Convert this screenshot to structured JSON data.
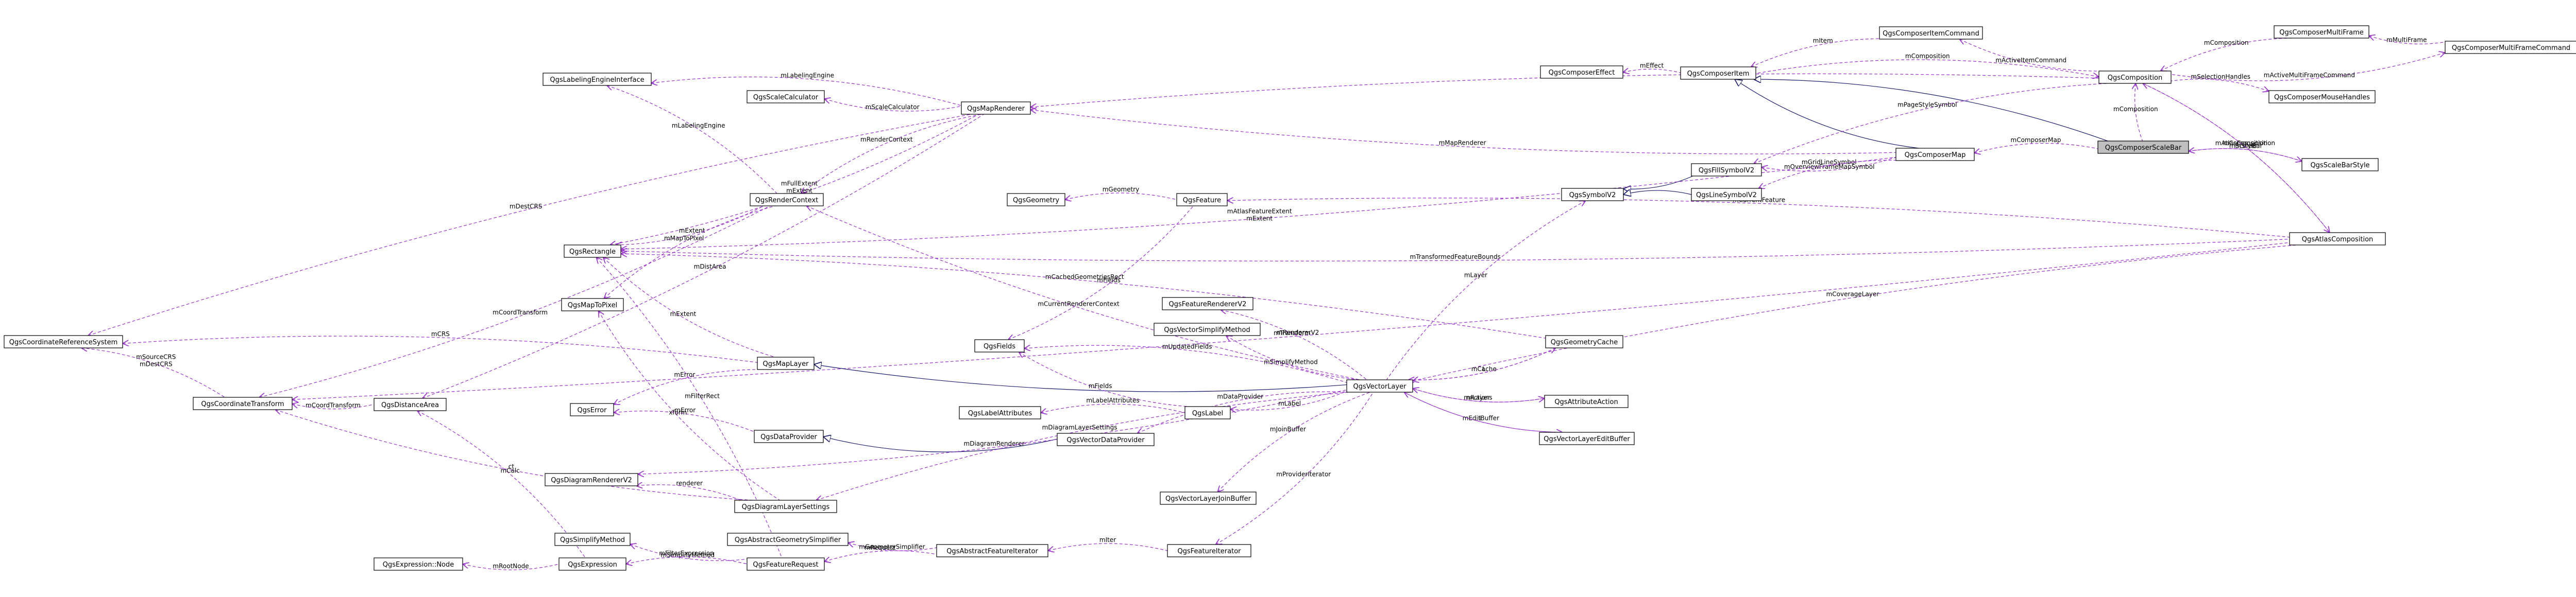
{
  "colors": {
    "usage_edge": "#9a32cd",
    "inherit_edge": "#191970",
    "node_border": "#000000",
    "focus_fill": "#bfbfbf",
    "background": "#ffffff"
  },
  "nodes": [
    {
      "id": "scalebar",
      "label": "QgsComposerScaleBar",
      "focus": true
    },
    {
      "id": "composition",
      "label": "QgsComposition"
    },
    {
      "id": "composeritem",
      "label": "QgsComposerItem"
    },
    {
      "id": "itemcommand",
      "label": "QgsComposerItemCommand"
    },
    {
      "id": "multiframe",
      "label": "QgsComposerMultiFrame"
    },
    {
      "id": "multiframecommand",
      "label": "QgsComposerMultiFrameCommand"
    },
    {
      "id": "mousehandles",
      "label": "QgsComposerMouseHandles"
    },
    {
      "id": "effect",
      "label": "QgsComposerEffect"
    },
    {
      "id": "composermap",
      "label": "QgsComposerMap"
    },
    {
      "id": "scalebarstyle",
      "label": "QgsScaleBarStyle"
    },
    {
      "id": "atlas",
      "label": "QgsAtlasComposition"
    },
    {
      "id": "fillsymbol",
      "label": "QgsFillSymbolV2"
    },
    {
      "id": "linesymbol",
      "label": "QgsLineSymbolV2"
    },
    {
      "id": "symbol",
      "label": "QgsSymbolV2"
    },
    {
      "id": "feature",
      "label": "QgsFeature"
    },
    {
      "id": "geometry",
      "label": "QgsGeometry"
    },
    {
      "id": "maprenderer",
      "label": "QgsMapRenderer"
    },
    {
      "id": "labelingengine",
      "label": "QgsLabelingEngineInterface"
    },
    {
      "id": "scalecalc",
      "label": "QgsScaleCalculator"
    },
    {
      "id": "rendercontext",
      "label": "QgsRenderContext"
    },
    {
      "id": "rectangle",
      "label": "QgsRectangle"
    },
    {
      "id": "maptopixel",
      "label": "QgsMapToPixel"
    },
    {
      "id": "crs",
      "label": "QgsCoordinateReferenceSystem"
    },
    {
      "id": "coordtransform",
      "label": "QgsCoordinateTransform"
    },
    {
      "id": "distancearea",
      "label": "QgsDistanceArea"
    },
    {
      "id": "maplayer",
      "label": "QgsMapLayer"
    },
    {
      "id": "error",
      "label": "QgsError"
    },
    {
      "id": "dataprovider",
      "label": "QgsDataProvider"
    },
    {
      "id": "diagramrenderer",
      "label": "QgsDiagramRendererV2"
    },
    {
      "id": "diagramlayersettings",
      "label": "QgsDiagramLayerSettings"
    },
    {
      "id": "simplifymethod",
      "label": "QgsSimplifyMethod"
    },
    {
      "id": "expression",
      "label": "QgsExpression"
    },
    {
      "id": "expressionnode",
      "label": "QgsExpression::Node"
    },
    {
      "id": "featurerequest",
      "label": "QgsFeatureRequest"
    },
    {
      "id": "fields",
      "label": "QgsFields"
    },
    {
      "id": "featurerendererv2",
      "label": "QgsFeatureRendererV2"
    },
    {
      "id": "vectorsimplifymethod",
      "label": "QgsVectorSimplifyMethod"
    },
    {
      "id": "labelattributes",
      "label": "QgsLabelAttributes"
    },
    {
      "id": "label",
      "label": "QgsLabel"
    },
    {
      "id": "vectordataprovider",
      "label": "QgsVectorDataProvider"
    },
    {
      "id": "vectorlayer",
      "label": "QgsVectorLayer"
    },
    {
      "id": "geometrycache",
      "label": "QgsGeometryCache"
    },
    {
      "id": "attributeaction",
      "label": "QgsAttributeAction"
    },
    {
      "id": "editbuffer",
      "label": "QgsVectorLayerEditBuffer"
    },
    {
      "id": "joinbuffer",
      "label": "QgsVectorLayerJoinBuffer"
    },
    {
      "id": "geomsimplifier",
      "label": "QgsAbstractGeometrySimplifier"
    },
    {
      "id": "abstractiterator",
      "label": "QgsAbstractFeatureIterator"
    },
    {
      "id": "featureiterator",
      "label": "QgsFeatureIterator"
    }
  ],
  "edges": [
    {
      "from": "composeritem",
      "to": "scalebar",
      "label": "",
      "kind": "inherit"
    },
    {
      "from": "composition",
      "to": "scalebar",
      "label": "mComposition",
      "kind": "usage"
    },
    {
      "from": "composermap",
      "to": "scalebar",
      "label": "mComposerMap",
      "kind": "usage"
    },
    {
      "from": "scalebarstyle",
      "to": "scalebar",
      "label": "mStyle",
      "kind": "usage"
    },
    {
      "from": "scalebar",
      "to": "scalebarstyle",
      "label": "mScaleBar",
      "kind": "usage"
    },
    {
      "from": "composition",
      "to": "composeritem",
      "label": "mComposition",
      "kind": "usage"
    },
    {
      "from": "composeritem",
      "to": "itemcommand",
      "label": "mItem",
      "kind": "usage"
    },
    {
      "from": "itemcommand",
      "to": "composition",
      "label": "mActiveItemCommand",
      "kind": "usage"
    },
    {
      "from": "composition",
      "to": "multiframe",
      "label": "mComposition",
      "kind": "usage"
    },
    {
      "from": "multiframe",
      "to": "multiframecommand",
      "label": "mMultiFrame",
      "kind": "usage"
    },
    {
      "from": "multiframecommand",
      "to": "composition",
      "label": "mActiveMultiFrameCommand",
      "kind": "usage"
    },
    {
      "from": "mousehandles",
      "to": "composition",
      "label": "mSelectionHandles",
      "kind": "usage"
    },
    {
      "from": "effect",
      "to": "composeritem",
      "label": "mEffect",
      "kind": "usage"
    },
    {
      "from": "composeritem",
      "to": "composermap",
      "label": "",
      "kind": "inherit"
    },
    {
      "from": "fillsymbol",
      "to": "composition",
      "label": "mPageStyleSymbol",
      "kind": "usage"
    },
    {
      "from": "symbol",
      "to": "fillsymbol",
      "label": "",
      "kind": "inherit"
    },
    {
      "from": "symbol",
      "to": "linesymbol",
      "label": "",
      "kind": "inherit"
    },
    {
      "from": "fillsymbol",
      "to": "composermap",
      "label": "mOverviewFrameMapSymbol",
      "kind": "usage"
    },
    {
      "from": "linesymbol",
      "to": "composermap",
      "label": "mGridLineSymbol",
      "kind": "usage"
    },
    {
      "from": "atlas",
      "to": "composition",
      "label": "mAtlasComposition",
      "kind": "usage"
    },
    {
      "from": "composition",
      "to": "atlas",
      "label": "mComposition",
      "kind": "usage"
    },
    {
      "from": "maprenderer",
      "to": "composermap",
      "label": "mMapRenderer",
      "kind": "usage"
    },
    {
      "from": "maprenderer",
      "to": "composition",
      "label": "mMapRenderer",
      "kind": "usage"
    },
    {
      "from": "rectangle",
      "to": "composermap",
      "label": "mAtlasFeatureExtent\nmExtent",
      "kind": "usage"
    },
    {
      "from": "feature",
      "to": "atlas",
      "label": "mCurrentFeature",
      "kind": "usage"
    },
    {
      "from": "rectangle",
      "to": "atlas",
      "label": "mTransformedFeatureBounds",
      "kind": "usage"
    },
    {
      "from": "vectorlayer",
      "to": "atlas",
      "label": "mCoverageLayer",
      "kind": "usage"
    },
    {
      "from": "coordtransform",
      "to": "atlas",
      "label": "mTransform",
      "kind": "usage"
    },
    {
      "from": "geometry",
      "to": "feature",
      "label": "mGeometry",
      "kind": "usage"
    },
    {
      "from": "fields",
      "to": "feature",
      "label": "mFields",
      "kind": "usage"
    },
    {
      "from": "labelingengine",
      "to": "maprenderer",
      "label": "mLabelingEngine",
      "kind": "usage"
    },
    {
      "from": "scalecalc",
      "to": "maprenderer",
      "label": "mScaleCalculator",
      "kind": "usage"
    },
    {
      "from": "rendercontext",
      "to": "maprenderer",
      "label": "mRenderContext",
      "kind": "usage"
    },
    {
      "from": "rectangle",
      "to": "maprenderer",
      "label": "mFullExtent\nmExtent\nmLastExtent",
      "kind": "usage"
    },
    {
      "from": "crs",
      "to": "maprenderer",
      "label": "mDestCRS",
      "kind": "usage"
    },
    {
      "from": "distancearea",
      "to": "maprenderer",
      "label": "mDistArea",
      "kind": "usage"
    },
    {
      "from": "labelingengine",
      "to": "rendercontext",
      "label": "mLabelingEngine",
      "kind": "usage"
    },
    {
      "from": "rectangle",
      "to": "rendercontext",
      "label": "mExtent",
      "kind": "usage"
    },
    {
      "from": "maptopixel",
      "to": "rendercontext",
      "label": "mMapToPixel",
      "kind": "usage"
    },
    {
      "from": "coordtransform",
      "to": "rendercontext",
      "label": "mCoordTransform",
      "kind": "usage"
    },
    {
      "from": "crs",
      "to": "coordtransform",
      "label": "mSourceCRS\nmDestCRS",
      "kind": "usage"
    },
    {
      "from": "coordtransform",
      "to": "distancearea",
      "label": "mCoordTransform",
      "kind": "usage"
    },
    {
      "from": "crs",
      "to": "maplayer",
      "label": "mCRS",
      "kind": "usage"
    },
    {
      "from": "rectangle",
      "to": "maplayer",
      "label": "mExtent",
      "kind": "usage"
    },
    {
      "from": "error",
      "to": "maplayer",
      "label": "mError",
      "kind": "usage"
    },
    {
      "from": "maplayer",
      "to": "vectorlayer",
      "label": "",
      "kind": "inherit"
    },
    {
      "from": "error",
      "to": "dataprovider",
      "label": "mError",
      "kind": "usage"
    },
    {
      "from": "dataprovider",
      "to": "vectordataprovider",
      "label": "",
      "kind": "inherit"
    },
    {
      "from": "vectordataprovider",
      "to": "vectorlayer",
      "label": "mDataProvider",
      "kind": "usage"
    },
    {
      "from": "diagramrenderer",
      "to": "vectorlayer",
      "label": "mDiagramRenderer",
      "kind": "usage"
    },
    {
      "from": "diagramlayersettings",
      "to": "vectorlayer",
      "label": "mDiagramLayerSettings",
      "kind": "usage"
    },
    {
      "from": "coordtransform",
      "to": "diagramlayersettings",
      "label": "ct",
      "kind": "usage"
    },
    {
      "from": "diagramrenderer",
      "to": "diagramlayersettings",
      "label": "renderer",
      "kind": "usage"
    },
    {
      "from": "rendercontext",
      "to": "vectorlayer",
      "label": "mCurrentRendererContext",
      "kind": "usage"
    },
    {
      "from": "featurerendererv2",
      "to": "vectorlayer",
      "label": "mRendererV2",
      "kind": "usage"
    },
    {
      "from": "vectorsimplifymethod",
      "to": "vectorlayer",
      "label": "mSimplifyMethod",
      "kind": "usage"
    },
    {
      "from": "fields",
      "to": "vectorlayer",
      "label": "mUpdatedFields",
      "kind": "usage"
    },
    {
      "from": "fields",
      "to": "label",
      "label": "mFields",
      "kind": "usage"
    },
    {
      "from": "labelattributes",
      "to": "label",
      "label": "mLabelAttributes",
      "kind": "usage"
    },
    {
      "from": "label",
      "to": "vectorlayer",
      "label": "mLabel",
      "kind": "usage"
    },
    {
      "from": "geometrycache",
      "to": "vectorlayer",
      "label": "mCache",
      "kind": "usage"
    },
    {
      "from": "vectorlayer",
      "to": "geometrycache",
      "label": "L",
      "kind": "usage"
    },
    {
      "from": "rectangle",
      "to": "geometrycache",
      "label": "mCachedGeometriesRect",
      "kind": "usage"
    },
    {
      "from": "symbol",
      "to": "vectorlayer",
      "label": "mLayer",
      "kind": "usage"
    },
    {
      "from": "attributeaction",
      "to": "vectorlayer",
      "label": "mActions",
      "kind": "usage"
    },
    {
      "from": "vectorlayer",
      "to": "attributeaction",
      "label": "mLayer",
      "kind": "usage"
    },
    {
      "from": "editbuffer",
      "to": "vectorlayer",
      "label": "mEditBuffer",
      "kind": "usage"
    },
    {
      "from": "vectorlayer",
      "to": "editbuffer",
      "label": "L",
      "kind": "usage"
    },
    {
      "from": "joinbuffer",
      "to": "vectorlayer",
      "label": "mJoinBuffer",
      "kind": "usage"
    },
    {
      "from": "featureiterator",
      "to": "vectorlayer",
      "label": "mProviderIterator",
      "kind": "usage"
    },
    {
      "from": "abstractiterator",
      "to": "featureiterator",
      "label": "mIter",
      "kind": "usage"
    },
    {
      "from": "geomsimplifier",
      "to": "abstractiterator",
      "label": "mGeometrySimplifier",
      "kind": "usage"
    },
    {
      "from": "featurerequest",
      "to": "abstractiterator",
      "label": "mRequest",
      "kind": "usage"
    },
    {
      "from": "simplifymethod",
      "to": "featurerequest",
      "label": "mSimplifyMethod",
      "kind": "usage"
    },
    {
      "from": "expression",
      "to": "featurerequest",
      "label": "mFilterExpression",
      "kind": "usage"
    },
    {
      "from": "expressionnode",
      "to": "expression",
      "label": "mRootNode",
      "kind": "usage"
    },
    {
      "from": "distancearea",
      "to": "expression",
      "label": "mCalc",
      "kind": "usage"
    },
    {
      "from": "maptopixel",
      "to": "diagramlayersettings",
      "label": "xform",
      "kind": "usage"
    },
    {
      "from": "rectangle",
      "to": "featurerequest",
      "label": "mFilterRect",
      "kind": "usage"
    }
  ]
}
